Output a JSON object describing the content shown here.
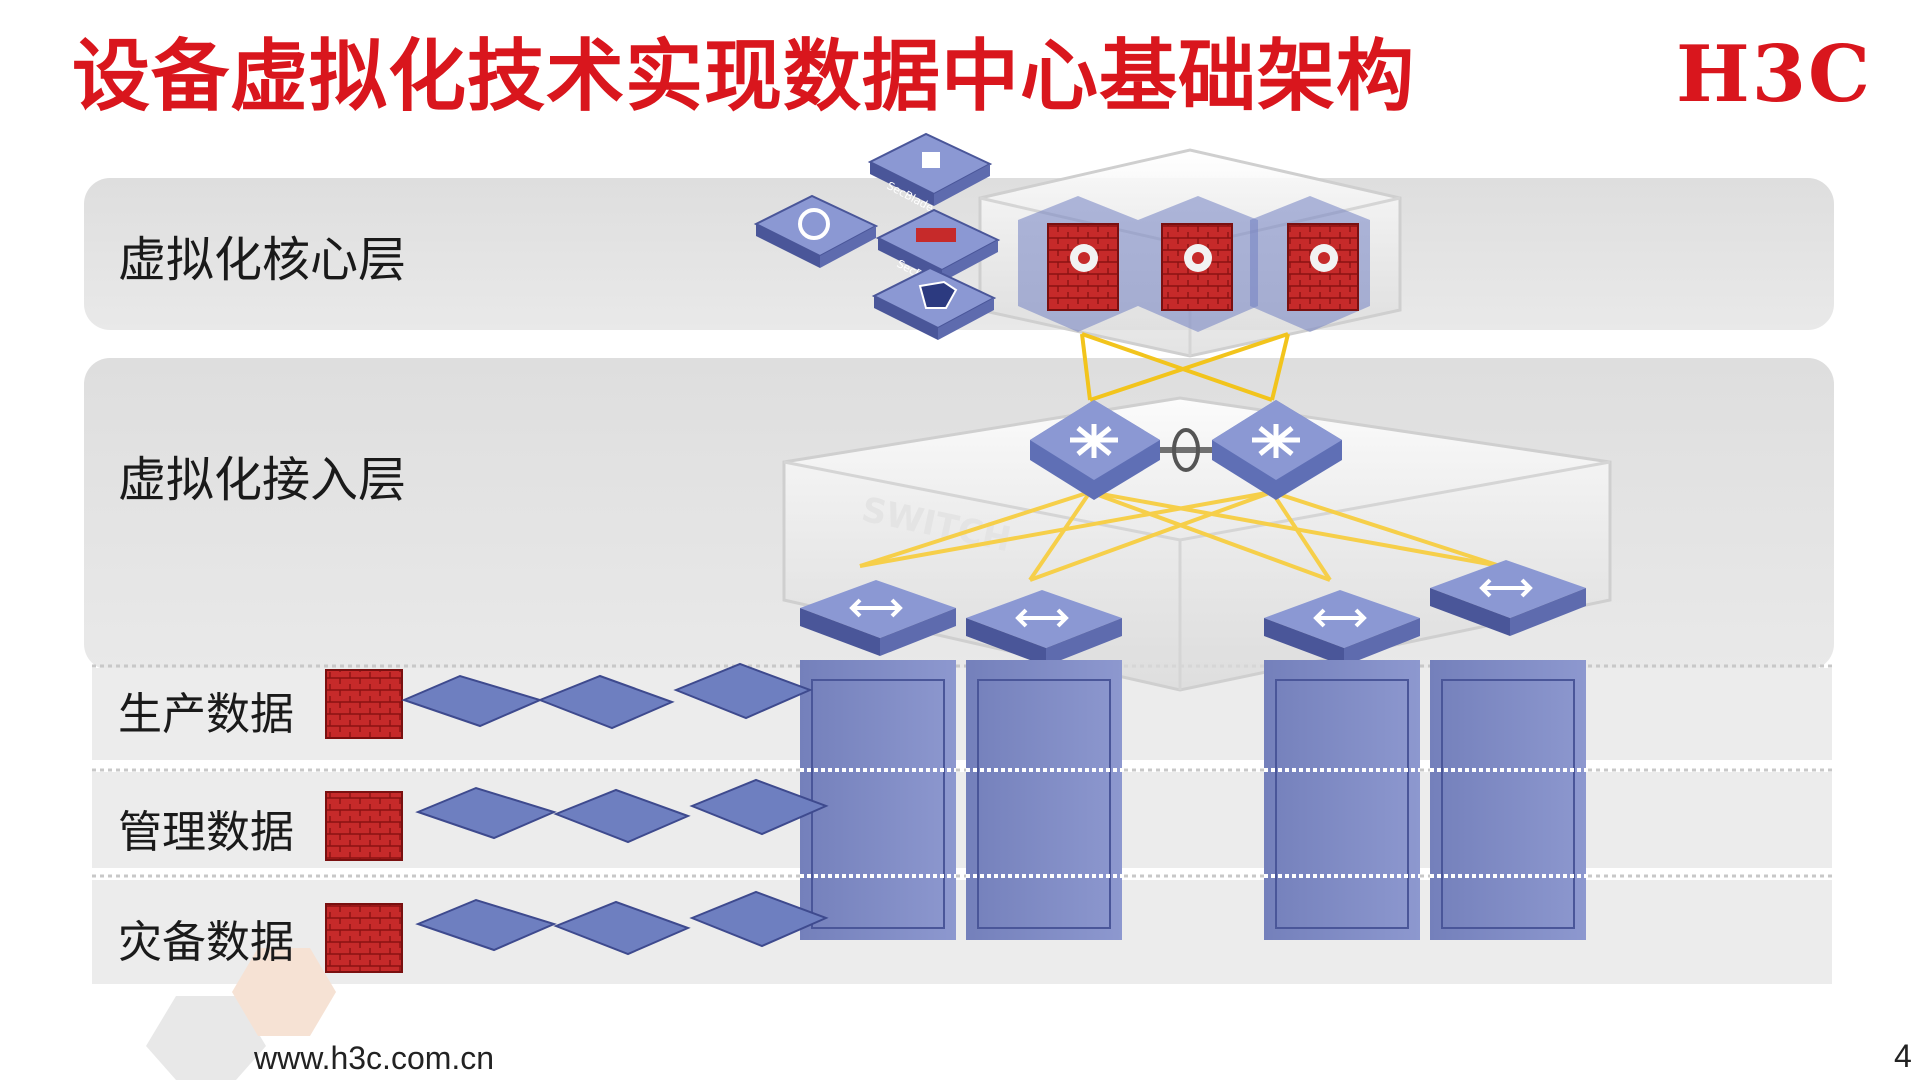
{
  "title": "设备虚拟化技术实现数据中心基础架构",
  "logo_text": "H3C",
  "layers": {
    "core": "虚拟化核心层",
    "access": "虚拟化接入层"
  },
  "data_rows": [
    "生产数据",
    "管理数据",
    "灾备数据"
  ],
  "device_labels": {
    "secblade": "SecBlade",
    "switch": "SWITCH"
  },
  "footer": {
    "url": "www.h3c.com.cn",
    "page": "4"
  },
  "colors": {
    "brand_red": "#d9161d",
    "device_blue": "#6e7fc0",
    "link_yellow": "#f2c41c",
    "firewall_red": "#c0282a"
  }
}
